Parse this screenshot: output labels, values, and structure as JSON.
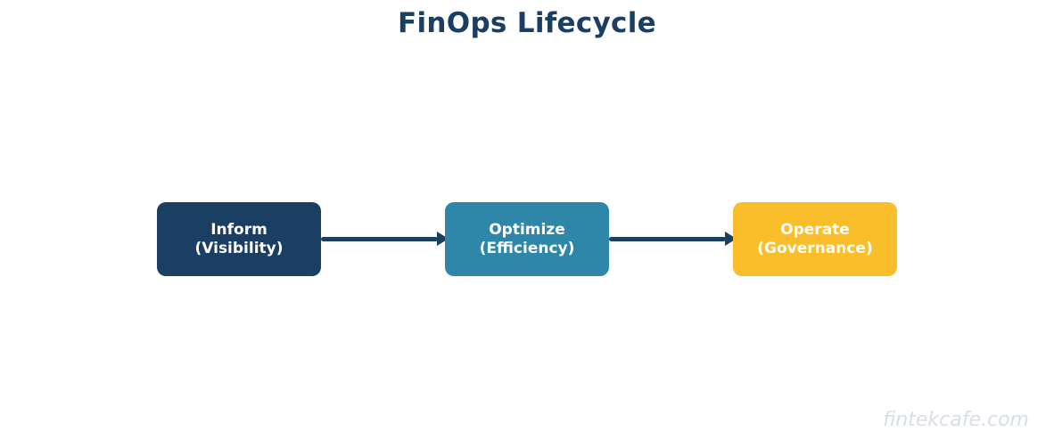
{
  "title": "FinOps Lifecycle",
  "stages": [
    {
      "label": "Inform",
      "sublabel": "(Visibility)",
      "color": "#1b3e63"
    },
    {
      "label": "Optimize",
      "sublabel": "(Efficiency)",
      "color": "#2e86a8"
    },
    {
      "label": "Operate",
      "sublabel": "(Governance)",
      "color": "#fbbe2b"
    }
  ],
  "arrows": [
    {
      "from": "Inform",
      "to": "Optimize"
    },
    {
      "from": "Optimize",
      "to": "Operate"
    }
  ],
  "watermark": "fintekcafe.com",
  "colors": {
    "background": "#ffffff",
    "title": "#1b3e63",
    "arrow": "#1b3e63",
    "box_text": "#ffffff",
    "watermark": "#d9dee6"
  }
}
